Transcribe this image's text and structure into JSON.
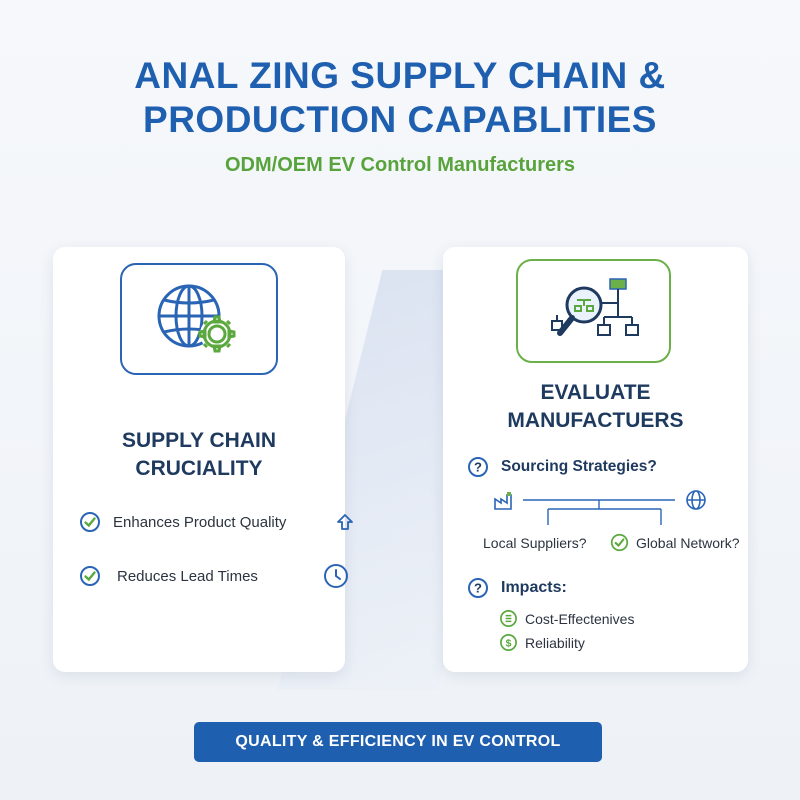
{
  "header": {
    "title_line1": "ANAL ZING SUPPLY CHAIN &",
    "title_line2": "PRODUCTION CAPABLITIES",
    "subtitle": "ODM/OEM EV Control Manufacturers"
  },
  "left_card": {
    "icon": "globe-gear-icon",
    "heading_line1": "SUPPLY CHAIN",
    "heading_line2": "CRUCIALITY",
    "items": [
      {
        "label": "Enhances Product Quality",
        "icon": "check-circle-icon",
        "trail_icon": "arrow-up-icon"
      },
      {
        "label": "Reduces Lead Times",
        "icon": "check-circle-icon",
        "trail_icon": "clock-icon"
      }
    ]
  },
  "right_card": {
    "icon": "magnifier-org-chart-icon",
    "heading_line1": "EVALUATE",
    "heading_line2": "MANUFACTUERS",
    "sourcing": {
      "question": "Sourcing Strategies?",
      "left_option": "Local Suppliers?",
      "right_option": "Global Network?"
    },
    "impacts": {
      "question": "Impacts:",
      "items": [
        "Cost-Effectenives",
        "Reliability"
      ]
    }
  },
  "banner": {
    "label": "QUALITY & EFFICIENCY IN EV CONTROL"
  },
  "colors": {
    "blue": "#1f5fb0",
    "green": "#58a33c",
    "dark": "#1f3a5f"
  }
}
